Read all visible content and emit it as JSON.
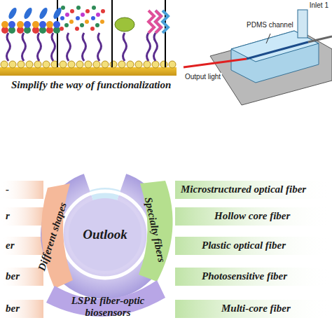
{
  "diagram": {
    "nodes": [
      {
        "text": [
          "Outlook"
        ]
      },
      {
        "text": [
          "Different shapes"
        ]
      },
      {
        "text": [
          "Specialty fibers"
        ]
      },
      {
        "text": [
          "LSPR fiber-optic biosensors"
        ]
      }
    ],
    "labels": [
      "Simplify the way of functionalization",
      "Inlet 1",
      "PDMS channel",
      "Output light",
      "Microstructured optical fiber",
      "Hollow core fiber",
      "Plastic optical fiber",
      "Photosensitive fiber",
      "Multi-core fiber",
      "-",
      "r",
      "er",
      "ber",
      "ber"
    ]
  }
}
